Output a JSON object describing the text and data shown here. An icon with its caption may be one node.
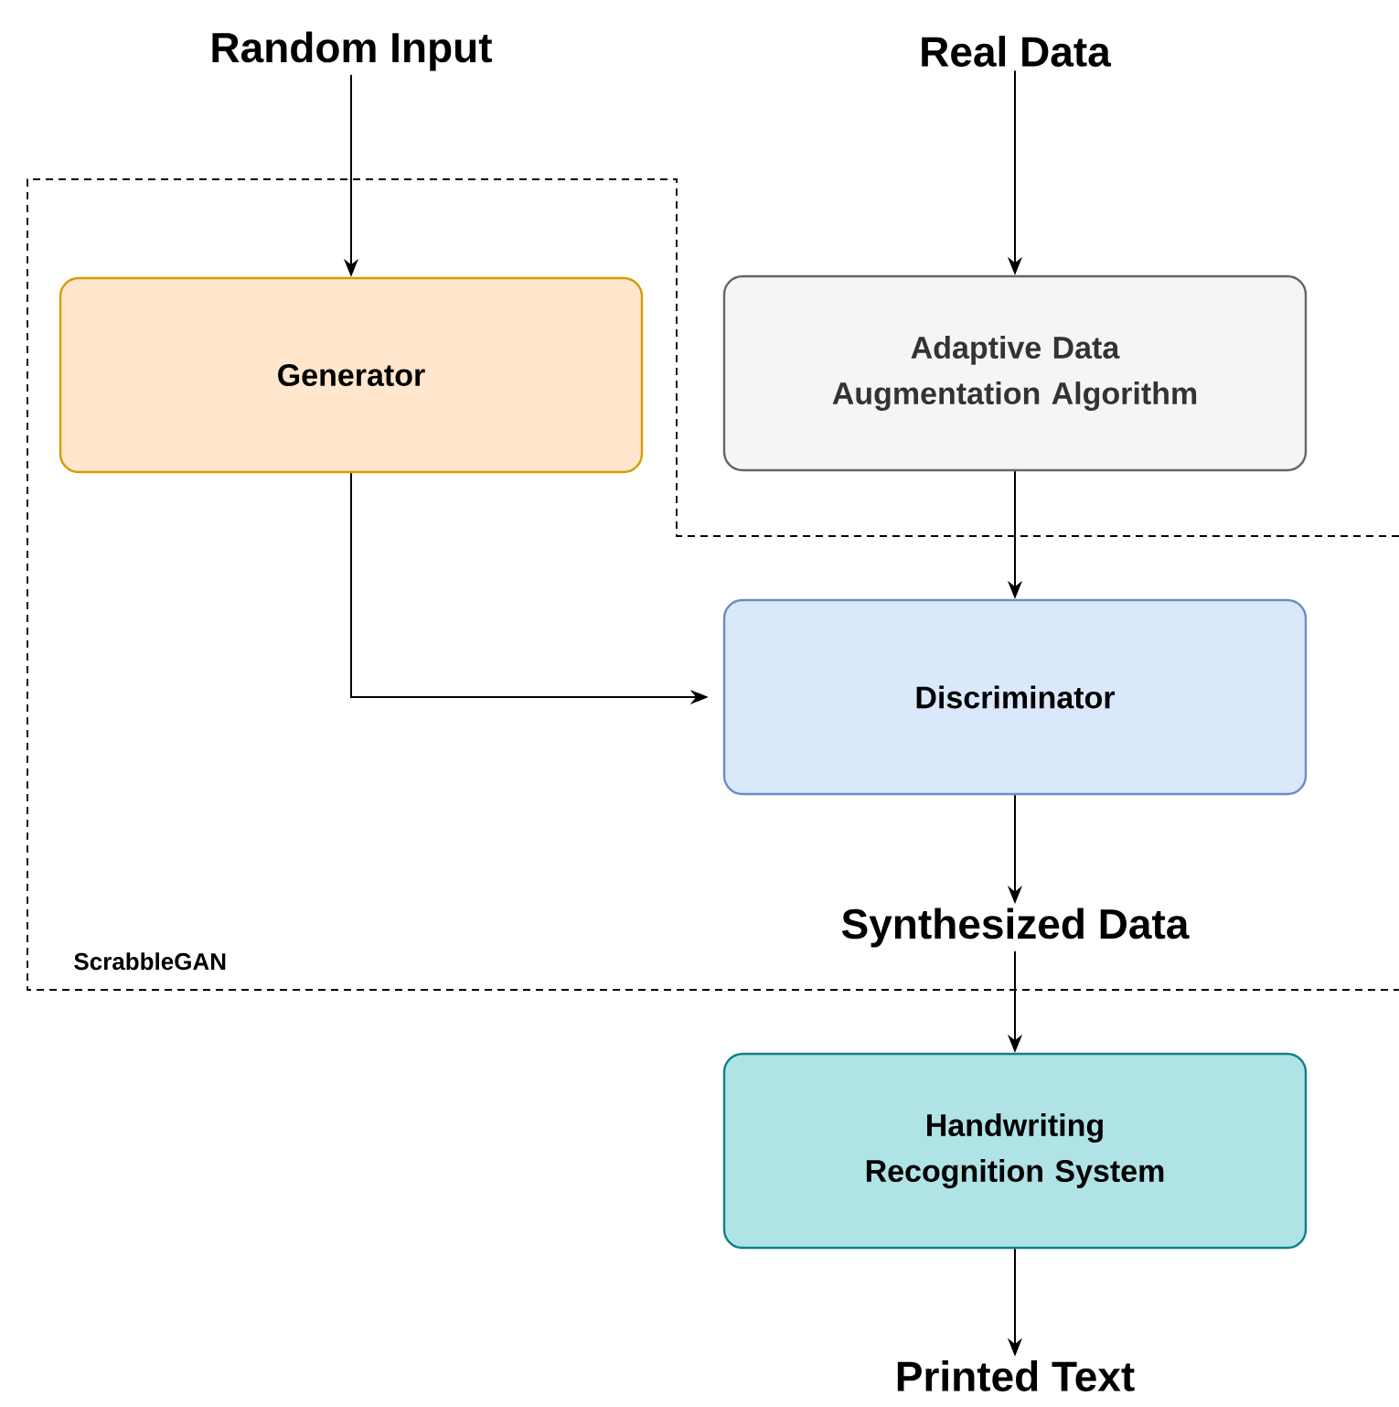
{
  "diagram": {
    "nodes": [
      {
        "text": [
          "Random Input"
        ]
      },
      {
        "text": [
          "Real Data"
        ]
      },
      {
        "text": [
          "Generator"
        ]
      },
      {
        "text": [
          "Adaptive Data Augmentation Algorithm"
        ]
      },
      {
        "text": [
          "Discriminator"
        ]
      },
      {
        "text": [
          "Synthesized Data"
        ]
      },
      {
        "text": [
          "Handwriting Recognition System"
        ]
      },
      {
        "text": [
          "Printed Text"
        ]
      }
    ],
    "edges": [
      {
        "from": 0,
        "to": 2,
        "arrow": "to"
      },
      {
        "from": 1,
        "to": 3,
        "arrow": "to"
      },
      {
        "from": 3,
        "to": 4,
        "arrow": "to"
      },
      {
        "from": 2,
        "to": 4,
        "arrow": "to"
      },
      {
        "from": 4,
        "to": 5,
        "arrow": "to"
      },
      {
        "from": 5,
        "to": 6,
        "arrow": "to"
      },
      {
        "from": 6,
        "to": 7,
        "arrow": "to"
      }
    ],
    "labels": [
      "ScrabbleGAN"
    ]
  }
}
